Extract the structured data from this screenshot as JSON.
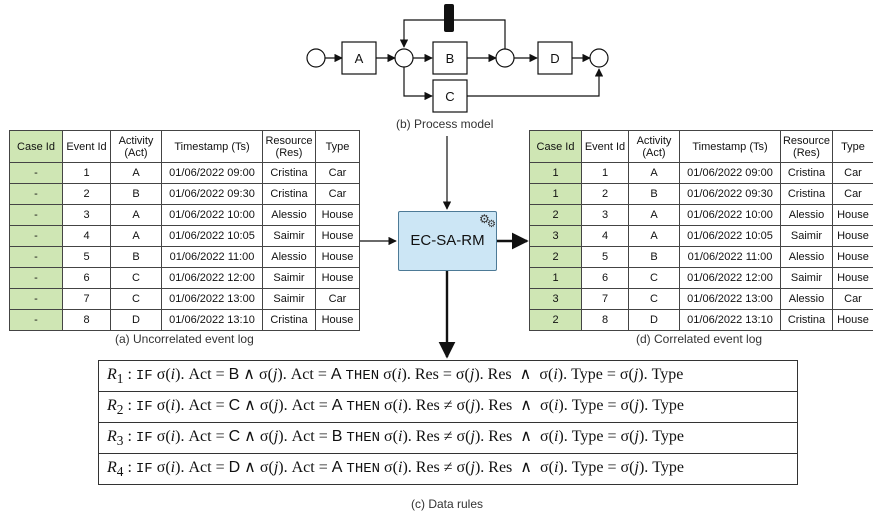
{
  "process_model": {
    "caption": "(b) Process model",
    "activities": [
      "A",
      "B",
      "C",
      "D"
    ]
  },
  "center_box": {
    "label": "EC-SA-RM",
    "icon": "gear-icon"
  },
  "uncorrelated": {
    "caption": "(a) Uncorrelated event log",
    "headers": [
      "Case Id",
      "Event Id",
      "Activity (Act)",
      "Timestamp (Ts)",
      "Resource (Res)",
      "Type"
    ],
    "rows": [
      [
        "-",
        "1",
        "A",
        "01/06/2022 09:00",
        "Cristina",
        "Car"
      ],
      [
        "-",
        "2",
        "B",
        "01/06/2022 09:30",
        "Cristina",
        "Car"
      ],
      [
        "-",
        "3",
        "A",
        "01/06/2022 10:00",
        "Alessio",
        "House"
      ],
      [
        "-",
        "4",
        "A",
        "01/06/2022 10:05",
        "Saimir",
        "House"
      ],
      [
        "-",
        "5",
        "B",
        "01/06/2022 11:00",
        "Alessio",
        "House"
      ],
      [
        "-",
        "6",
        "C",
        "01/06/2022 12:00",
        "Saimir",
        "House"
      ],
      [
        "-",
        "7",
        "C",
        "01/06/2022 13:00",
        "Saimir",
        "Car"
      ],
      [
        "-",
        "8",
        "D",
        "01/06/2022 13:10",
        "Cristina",
        "House"
      ]
    ]
  },
  "correlated": {
    "caption": "(d) Correlated event log",
    "headers": [
      "Case Id",
      "Event Id",
      "Activity (Act)",
      "Timestamp (Ts)",
      "Resource (Res)",
      "Type"
    ],
    "rows": [
      [
        "1",
        "1",
        "A",
        "01/06/2022 09:00",
        "Cristina",
        "Car"
      ],
      [
        "1",
        "2",
        "B",
        "01/06/2022 09:30",
        "Cristina",
        "Car"
      ],
      [
        "2",
        "3",
        "A",
        "01/06/2022 10:00",
        "Alessio",
        "House"
      ],
      [
        "3",
        "4",
        "A",
        "01/06/2022 10:05",
        "Saimir",
        "House"
      ],
      [
        "2",
        "5",
        "B",
        "01/06/2022 11:00",
        "Alessio",
        "House"
      ],
      [
        "1",
        "6",
        "C",
        "01/06/2022 12:00",
        "Saimir",
        "House"
      ],
      [
        "3",
        "7",
        "C",
        "01/06/2022 13:00",
        "Alessio",
        "Car"
      ],
      [
        "2",
        "8",
        "D",
        "01/06/2022 13:10",
        "Cristina",
        "House"
      ]
    ]
  },
  "rules": {
    "caption": "(c) Data rules",
    "kw_if": "IF",
    "kw_then": "THEN",
    "attr_act": "Act",
    "attr_res": "Res",
    "attr_type": "Type",
    "items": [
      {
        "name": "R1",
        "act_i": "B",
        "act_j": "A",
        "res_op": "=",
        "type_op": "="
      },
      {
        "name": "R2",
        "act_i": "C",
        "act_j": "A",
        "res_op": "≠",
        "type_op": "="
      },
      {
        "name": "R3",
        "act_i": "C",
        "act_j": "B",
        "res_op": "≠",
        "type_op": "="
      },
      {
        "name": "R4",
        "act_i": "D",
        "act_j": "A",
        "res_op": "≠",
        "type_op": "="
      }
    ]
  }
}
